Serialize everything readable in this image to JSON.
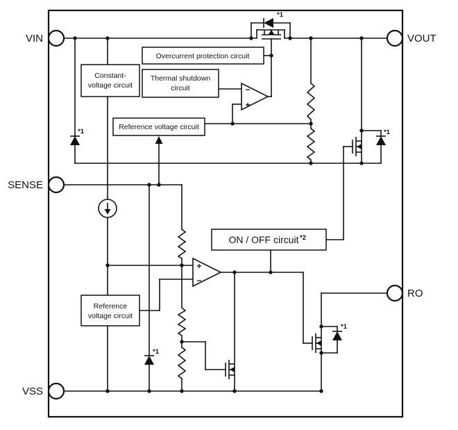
{
  "diagram": {
    "background_color": "#ffffff",
    "line_color": "#111111",
    "pins": {
      "vin": "VIN",
      "vout": "VOUT",
      "sense": "SENSE",
      "ro": "RO",
      "vss": "VSS"
    },
    "blocks": {
      "overcurrent": {
        "label": "Overcurrent protection circuit"
      },
      "thermal": {
        "line1": "Thermal shutdown",
        "line2": "circuit"
      },
      "constant_voltage": {
        "line1": "Constant-",
        "line2": "voltage circuit"
      },
      "reference_top": {
        "label": "Reference voltage circuit"
      },
      "onoff": {
        "label": "ON / OFF circuit",
        "superscript": "*2"
      },
      "reference_bottom": {
        "line1": "Reference",
        "line2": "voltage circuit"
      }
    },
    "annotations": {
      "note1": "*1",
      "opamp_plus": "+",
      "opamp_minus": "−"
    }
  }
}
